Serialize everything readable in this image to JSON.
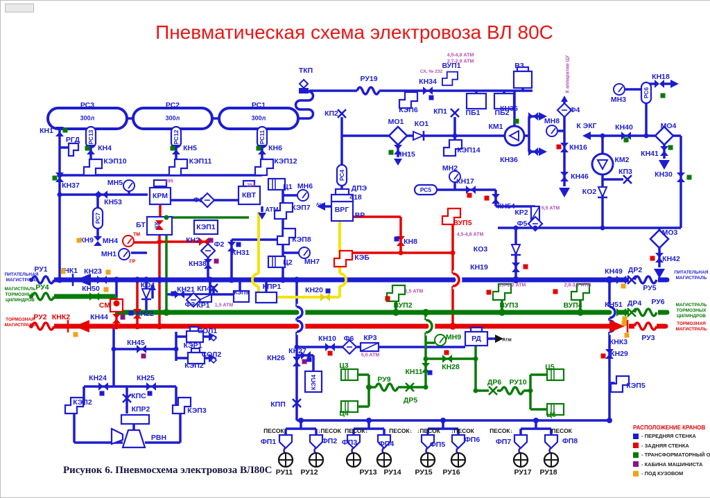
{
  "title": "Пневматическая схема электровоза ВЛ 80С",
  "caption": "Рисунок 6. Пневмосхема электровоза ВЛ80С",
  "colors": {
    "blue": "#1c1cd0",
    "red": "#e60000",
    "green": "#067a06",
    "yellow": "#f2e40c",
    "annotation_purple": "#b44cb4",
    "cab_purple": "#8a128a",
    "orange": "#efa21a",
    "title_red": "#e81616"
  },
  "legend": {
    "title": "РАСПОЛОЖЕНИЕ КРАНОВ",
    "items": [
      {
        "color": "#1c1cd0",
        "label": "- ПЕРЕДНЯЯ СТЕНКА"
      },
      {
        "color": "#e60000",
        "label": "- ЗАДНЯЯ СТЕНКА"
      },
      {
        "color": "#067a06",
        "label": "- ТРАНСФОРМАТОРНЫЙ ОТСЕК"
      },
      {
        "color": "#8a128a",
        "label": "- КАБИНА МАШИНИСТА"
      },
      {
        "color": "#efa21a",
        "label": "- ПОД КУЗОВОМ"
      }
    ]
  },
  "labels": [
    [
      "ТКП",
      440,
      101
    ],
    [
      "РУ19",
      531,
      113
    ],
    [
      "КЭП6",
      588,
      158
    ],
    [
      "КН34",
      616,
      117
    ],
    [
      "ВУП1",
      650,
      94
    ],
    [
      "СХ, № 232",
      621,
      103,
      "p",
      6.5
    ],
    [
      "4,5-4,8 АТМ",
      663,
      79,
      "p",
      7
    ],
    [
      "2,7-2,9 АТМ",
      663,
      88,
      "p",
      7
    ],
    [
      "ПБ1",
      681,
      162
    ],
    [
      "ПБ2",
      723,
      162
    ],
    [
      "В3",
      748,
      94
    ],
    [
      "КП2",
      477,
      163
    ],
    [
      "МО1",
      570,
      175
    ],
    [
      "КО1",
      607,
      178
    ],
    [
      "КП1",
      634,
      160
    ],
    [
      "КМ1",
      714,
      182
    ],
    [
      "КЭП14",
      675,
      216
    ],
    [
      "КН15",
      585,
      222
    ],
    [
      "КН35",
      733,
      156
    ],
    [
      "КН36",
      733,
      230
    ],
    [
      "МН8",
      795,
      174
    ],
    [
      "Ф4",
      828,
      158
    ],
    [
      "К аппаратам ЦУ",
      818,
      106,
      "p",
      7,
      -90
    ],
    [
      "КН16",
      833,
      212
    ],
    [
      "КН46",
      835,
      254
    ],
    [
      "МН3",
      891,
      143
    ],
    [
      "РС6",
      931,
      133,
      "b",
      8.5,
      -90
    ],
    [
      "КН18",
      952,
      110
    ],
    [
      "К ЭКГ",
      845,
      181
    ],
    [
      "КН40",
      899,
      183
    ],
    [
      "МО4",
      963,
      181
    ],
    [
      "КН41",
      936,
      221
    ],
    [
      "КН30",
      956,
      251
    ],
    [
      "КМ2",
      896,
      230
    ],
    [
      "КП3",
      901,
      247
    ],
    [
      "КО2",
      849,
      276
    ],
    [
      "МН2",
      648,
      242
    ],
    [
      "КН17",
      670,
      261
    ],
    [
      "РС5",
      613,
      273,
      "b",
      8.5
    ],
    [
      "КН54",
      729,
      297
    ],
    [
      "КР2",
      751,
      306
    ],
    [
      "5,5 АТМ",
      793,
      300,
      "p",
      7
    ],
    [
      "Ф5",
      752,
      322
    ],
    [
      "МО3",
      965,
      335
    ],
    [
      "КН42",
      967,
      373
    ],
    [
      "КО3",
      692,
      359
    ],
    [
      "КН19",
      690,
      385
    ],
    [
      "КН49",
      884,
      391
    ],
    [
      "ДР2",
      915,
      389
    ],
    [
      "РУ5",
      936,
      415
    ],
    [
      "КН51",
      884,
      439
    ],
    [
      "ДР4",
      914,
      437
    ],
    [
      "РУ6",
      948,
      435
    ],
    [
      "КНК3",
      891,
      493
    ],
    [
      "КН29",
      892,
      510
    ],
    [
      "КЭП5",
      916,
      556
    ],
    [
      "РУ3",
      934,
      487
    ],
    [
      "РС3",
      125,
      151
    ],
    [
      "300л",
      125,
      170,
      "b",
      9
    ],
    [
      "РС2",
      248,
      151
    ],
    [
      "300л",
      248,
      170,
      "b",
      9
    ],
    [
      "РС1",
      372,
      151
    ],
    [
      "300л",
      372,
      170,
      "b",
      9
    ],
    [
      "РС13",
      130,
      197,
      "b",
      8.5,
      -90
    ],
    [
      "РС12",
      253,
      197,
      "b",
      8.5,
      -90
    ],
    [
      "РС11",
      377,
      197,
      "b",
      8.5,
      -90
    ],
    [
      "КН4",
      150,
      213
    ],
    [
      "КН5",
      273,
      213
    ],
    [
      "КН6",
      396,
      213
    ],
    [
      "КЭП10",
      165,
      232
    ],
    [
      "КЭП11",
      288,
      232
    ],
    [
      "КЭП12",
      411,
      232
    ],
    [
      "КН1",
      66,
      188
    ],
    [
      "РГД",
      104,
      201
    ],
    [
      "КН37",
      101,
      267
    ],
    [
      "МН5",
      165,
      263
    ],
    [
      "КН53",
      162,
      291
    ],
    [
      "РС7",
      140,
      314,
      "b",
      8.5,
      -90
    ],
    [
      "КН9",
      124,
      346
    ],
    [
      "МН4",
      158,
      347
    ],
    [
      "ТМ",
      196,
      338,
      "r",
      7
    ],
    [
      "МН1",
      156,
      366
    ],
    [
      "ГР",
      190,
      377,
      "r",
      7
    ],
    [
      "КРМ",
      230,
      282
    ],
    [
      "395",
      243,
      261,
      "p",
      7
    ],
    [
      "Ф1",
      285,
      288
    ],
    [
      "БТ",
      202,
      324
    ],
    [
      "КК",
      225,
      324,
      "b",
      8.5,
      -90
    ],
    [
      "КЭП1",
      296,
      327
    ],
    [
      "КН2",
      277,
      346
    ],
    [
      "Ф2",
      315,
      352
    ],
    [
      "КН38",
      284,
      380
    ],
    [
      "КН31",
      346,
      364
    ],
    [
      "КВТ",
      358,
      281
    ],
    [
      "254",
      361,
      267,
      "p",
      7
    ],
    [
      "АТМ",
      391,
      302,
      "b",
      9
    ],
    [
      "Ц1",
      414,
      269
    ],
    [
      "МН6",
      439,
      268
    ],
    [
      "КЭП7",
      433,
      299
    ],
    [
      "КЭП8",
      434,
      345
    ],
    [
      "МН7",
      449,
      377
    ],
    [
      "Ц2",
      414,
      378
    ],
    [
      "ДПЭ",
      517,
      271
    ],
    [
      "418",
      512,
      284
    ],
    [
      "ВРГ",
      492,
      302
    ],
    [
      "ВР",
      518,
      310
    ],
    [
      "Атм",
      461,
      295,
      "b",
      6.5
    ],
    [
      "РС4",
      492,
      252,
      "b",
      8.5,
      -90
    ],
    [
      "КН8",
      591,
      348
    ],
    [
      "КЭБ",
      521,
      371
    ],
    [
      "ВУП5",
      666,
      321,
      "r"
    ],
    [
      "4,5-4,8 АТМ",
      677,
      338,
      "p",
      7
    ],
    [
      "КН20",
      452,
      418
    ],
    [
      "КПР1",
      391,
      413
    ],
    [
      "КЭП9",
      347,
      422,
      "b",
      8
    ],
    [
      "КН21",
      267,
      417
    ],
    [
      "КП4",
      293,
      416
    ],
    [
      "Ф3",
      273,
      439
    ],
    [
      "КР1",
      292,
      440
    ],
    [
      "1,5 АТМ",
      322,
      440,
      "p",
      7
    ],
    [
      "КН23",
      133,
      391
    ],
    [
      "КНК1",
      98,
      390
    ],
    [
      "РУ1",
      58,
      388
    ],
    [
      "РУ4",
      60,
      414,
      "g"
    ],
    [
      "КН50",
      130,
      416
    ],
    [
      "СМ",
      150,
      440,
      "r"
    ],
    [
      "КН44",
      142,
      457
    ],
    [
      "КН22",
      208,
      452
    ],
    [
      "РУ2",
      57,
      457,
      "r"
    ],
    [
      "КНК2",
      87,
      457,
      "r"
    ],
    [
      "КО4",
      212,
      411
    ],
    [
      "КН45",
      195,
      494
    ],
    [
      "КЭР1",
      277,
      498
    ],
    [
      "СОЛ1",
      298,
      477
    ],
    [
      "КЭП2",
      279,
      527
    ],
    [
      "СОЛ2",
      304,
      511
    ],
    [
      "КН24",
      140,
      545
    ],
    [
      "КН25",
      209,
      545
    ],
    [
      "КПС",
      199,
      571
    ],
    [
      "КПР2",
      202,
      590
    ],
    [
      "РВН",
      228,
      631
    ],
    [
      "КЭП2",
      118,
      580
    ],
    [
      "КЭП3",
      283,
      592
    ],
    [
      "КН10",
      471,
      488
    ],
    [
      "Ф6",
      502,
      488
    ],
    [
      "КР3",
      533,
      487
    ],
    [
      "5,0 АТМ",
      533,
      512,
      "p",
      7
    ],
    [
      "КН26",
      397,
      516
    ],
    [
      "КН27",
      428,
      506
    ],
    [
      "КЭП4",
      451,
      551,
      "b",
      8.5,
      -90
    ],
    [
      "КПП",
      400,
      583
    ],
    [
      "МН9",
      653,
      486,
      "g"
    ],
    [
      "РД",
      686,
      488
    ],
    [
      "Атм",
      730,
      490,
      "k",
      7
    ],
    [
      "КН28",
      649,
      529,
      "g"
    ],
    [
      "КН11",
      596,
      536,
      "g"
    ],
    [
      "ДР5",
      591,
      577,
      "g"
    ],
    [
      "РУ9",
      553,
      547,
      "g"
    ],
    [
      "Ц3",
      495,
      527,
      "g"
    ],
    [
      "Ц4",
      495,
      596,
      "g"
    ],
    [
      "ДР6",
      712,
      551,
      "g"
    ],
    [
      "РУ10",
      746,
      551,
      "g"
    ],
    [
      "Ц5",
      792,
      529,
      "g"
    ],
    [
      "Ц6",
      794,
      598,
      "g"
    ],
    [
      "1,5 АТМ",
      596,
      420,
      "p",
      7
    ],
    [
      "ВУП2",
      580,
      440,
      "g"
    ],
    [
      "1,8-2,2 АТМ",
      738,
      411,
      "p",
      7
    ],
    [
      "ВУП3",
      733,
      440,
      "g"
    ],
    [
      "2,8-3,2 АТМ",
      832,
      411,
      "p",
      7
    ],
    [
      "ВУП4",
      825,
      440,
      "g"
    ],
    [
      "ПЕСОК↓",
      396,
      621,
      "k",
      8.5
    ],
    [
      "↓ПЕСОК",
      474,
      621,
      "k",
      8.5
    ],
    [
      "ПЕСОК↓",
      513,
      621,
      "k",
      8.5
    ],
    [
      "ПЕСОК↓",
      577,
      621,
      "k",
      8.5
    ],
    [
      "↓ПЕСОК",
      617,
      621,
      "k",
      8.5
    ],
    [
      "↓ПЕСОК",
      666,
      621,
      "k",
      8.5
    ],
    [
      "ПЕСОК↓",
      722,
      621,
      "k",
      8.5
    ],
    [
      "↓ПЕСОК",
      807,
      621,
      "k",
      8.5
    ],
    [
      "ФП1",
      386,
      637
    ],
    [
      "ФП2",
      474,
      636
    ],
    [
      "ФП3",
      503,
      638
    ],
    [
      "ФП4",
      556,
      640
    ],
    [
      "ФП5",
      630,
      641
    ],
    [
      "ФП6",
      680,
      634
    ],
    [
      "ФП7",
      725,
      637
    ],
    [
      "ФП8",
      821,
      636
    ],
    [
      "РУ11",
      409,
      681,
      "k"
    ],
    [
      "РУ12",
      445,
      681,
      "k"
    ],
    [
      "РУ13",
      530,
      681,
      "k"
    ],
    [
      "РУ14",
      565,
      681,
      "k"
    ],
    [
      "РУ15",
      610,
      681,
      "k"
    ],
    [
      "РУ16",
      650,
      681,
      "k"
    ],
    [
      "РУ17",
      753,
      681,
      "k"
    ],
    [
      "РУ18",
      790,
      681,
      "k"
    ],
    [
      "ПИТАТЕЛЬНАЯ",
      30,
      396,
      "b",
      6.5
    ],
    [
      "МАГИСТРАЛЬ",
      30,
      404,
      "b",
      6.5
    ],
    [
      "МАГИСТРАЛЬ",
      28,
      417,
      "g",
      6.5
    ],
    [
      "ТОРМОЗНЫХ",
      28,
      425,
      "g",
      6.5
    ],
    [
      "ЦИЛИНДРОВ",
      28,
      433,
      "g",
      6.5
    ],
    [
      "ТОРМОЗНАЯ",
      28,
      461,
      "r",
      6.5
    ],
    [
      "МАГИСТРАЛЬ",
      28,
      469,
      "r",
      6.5
    ],
    [
      "ПИТАТЕЛЬНАЯ",
      996,
      393,
      "b",
      6.5
    ],
    [
      "МАГИСТРАЛЬ",
      996,
      401,
      "b",
      6.5
    ],
    [
      "МАГИСТРАЛЬ",
      996,
      440,
      "g",
      6.5
    ],
    [
      "ТОРМОЗНЫХ",
      996,
      448,
      "g",
      6.5
    ],
    [
      "ЦИЛИНДРОВ",
      996,
      456,
      "g",
      6.5
    ],
    [
      "ТОРМОЗНАЯ",
      996,
      467,
      "r",
      6.5
    ],
    [
      "МАГИСТРАЛЬ",
      996,
      475,
      "r",
      6.5
    ]
  ],
  "markers": [
    [
      93,
      187,
      "g"
    ],
    [
      125,
      213,
      "g"
    ],
    [
      248,
      213,
      "g"
    ],
    [
      372,
      213,
      "g"
    ],
    [
      78,
      256,
      "g"
    ],
    [
      563,
      219,
      "g"
    ],
    [
      744,
      174,
      "g"
    ],
    [
      955,
      137,
      "g"
    ],
    [
      902,
      201,
      "g"
    ],
    [
      966,
      212,
      "g"
    ],
    [
      993,
      255,
      "g"
    ],
    [
      113,
      346,
      "o"
    ],
    [
      155,
      392,
      "o"
    ],
    [
      90,
      391,
      "o"
    ],
    [
      152,
      417,
      "o"
    ],
    [
      108,
      482,
      "o"
    ],
    [
      898,
      412,
      "o"
    ],
    [
      900,
      459,
      "o"
    ],
    [
      899,
      466,
      "o"
    ],
    [
      903,
      483,
      "o"
    ],
    [
      621,
      140,
      "b"
    ],
    [
      571,
      344,
      "b"
    ],
    [
      343,
      352,
      "b"
    ],
    [
      249,
      423,
      "b"
    ],
    [
      188,
      451,
      "b"
    ],
    [
      146,
      567,
      "b"
    ],
    [
      215,
      567,
      "b"
    ],
    [
      472,
      419,
      "b"
    ],
    [
      445,
      518,
      "b"
    ],
    [
      619,
      537,
      "b"
    ],
    [
      676,
      281,
      "r"
    ],
    [
      701,
      285,
      "r"
    ],
    [
      805,
      211,
      "r"
    ],
    [
      940,
      372,
      "r"
    ],
    [
      757,
      384,
      "r"
    ],
    [
      704,
      421,
      "r"
    ],
    [
      800,
      420,
      "r"
    ],
    [
      558,
      430,
      "r"
    ],
    [
      475,
      509,
      "r"
    ],
    [
      643,
      508,
      "r"
    ],
    [
      869,
      513,
      "r"
    ],
    [
      303,
      346,
      "v"
    ],
    [
      311,
      376,
      "v"
    ],
    [
      176,
      457,
      "v"
    ],
    [
      206,
      513,
      "v"
    ],
    [
      438,
      521,
      "v"
    ]
  ]
}
